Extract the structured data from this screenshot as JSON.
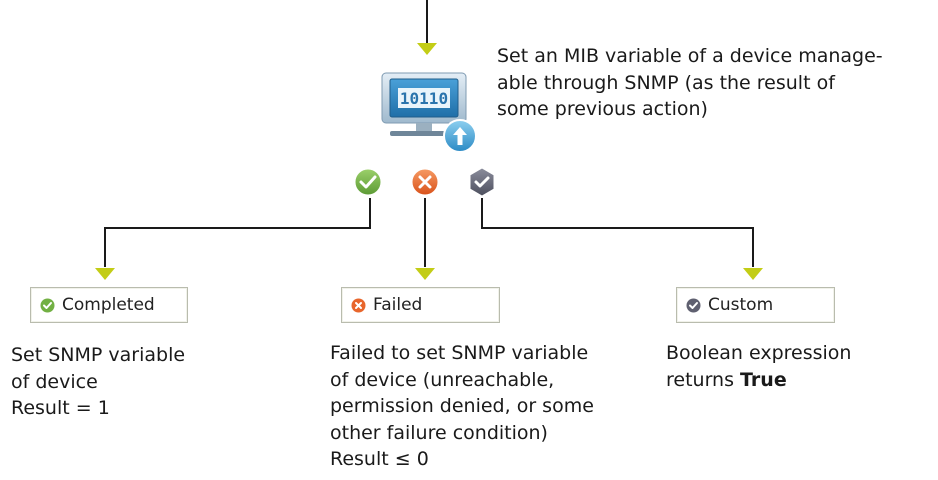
{
  "action": {
    "icon": "snmp-set-device-icon",
    "icon_text": "10110",
    "description_lines": [
      "Set an MIB variable of a device manage-",
      "able through SNMP (as the result of",
      "some previous action)"
    ]
  },
  "status_icons": [
    "completed-check-icon",
    "failed-x-icon",
    "custom-check-icon"
  ],
  "colors": {
    "connector": "#1a1a1a",
    "arrow": "#c3cd16",
    "completed": "#72b043",
    "failed": "#e8662c",
    "custom": "#5f6070",
    "monitor": "#3d8fc4"
  },
  "outcomes": {
    "completed": {
      "label": "Completed",
      "description_lines": [
        "Set SNMP variable",
        "of device",
        "Result = 1"
      ]
    },
    "failed": {
      "label": "Failed",
      "description_lines": [
        "Failed to set SNMP variable",
        "of device (unreachable,",
        "permission denied, or some",
        "other failure condition)",
        "Result ≤ 0"
      ]
    },
    "custom": {
      "label": "Custom",
      "description_line1": "Boolean expression",
      "description_line2_prefix": "returns ",
      "description_line2_bold": "True"
    }
  }
}
